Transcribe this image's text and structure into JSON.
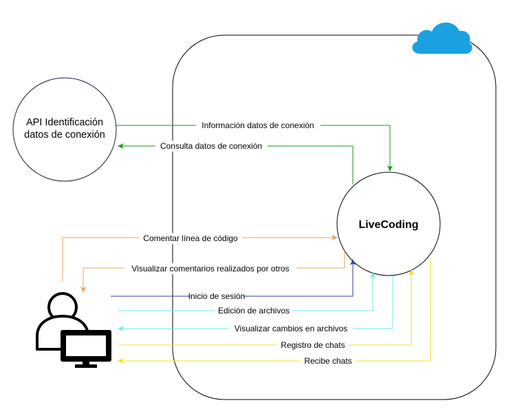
{
  "colors": {
    "green": "#1a961a",
    "orange": "#f0a050",
    "blue": "#2b3ea8",
    "cyan": "#6ee8ee",
    "yellow": "#f2e21a",
    "cloud": "#1ba1e2",
    "stroke": "#000000"
  },
  "nodes": {
    "api": {
      "line1": "API Identificación",
      "line2": "datos de conexión"
    },
    "livecoding": {
      "label": "LiveCoding"
    },
    "user": {
      "icon": "user-computer-icon"
    },
    "cloud": {
      "icon": "cloud-icon"
    }
  },
  "edges": [
    {
      "label": "Información datos de conexión",
      "color": "green",
      "direction": "api-to-livecoding"
    },
    {
      "label": "Consulta datos de conexión",
      "color": "green",
      "direction": "livecoding-to-api"
    },
    {
      "label": "Comentar línea de código",
      "color": "orange",
      "direction": "user-to-livecoding"
    },
    {
      "label": "Visualizar comentarios realizados por otros",
      "color": "orange",
      "direction": "livecoding-to-user"
    },
    {
      "label": "Inicio de sesión",
      "color": "blue",
      "direction": "user-to-livecoding"
    },
    {
      "label": "Edición de archivos",
      "color": "cyan",
      "direction": "user-to-livecoding"
    },
    {
      "label": "Visualizar cambios en archivos",
      "color": "cyan",
      "direction": "livecoding-to-user"
    },
    {
      "label": "Registro de chats",
      "color": "yellow",
      "direction": "user-to-livecoding"
    },
    {
      "label": "Recibe chats",
      "color": "yellow",
      "direction": "livecoding-to-user"
    }
  ]
}
